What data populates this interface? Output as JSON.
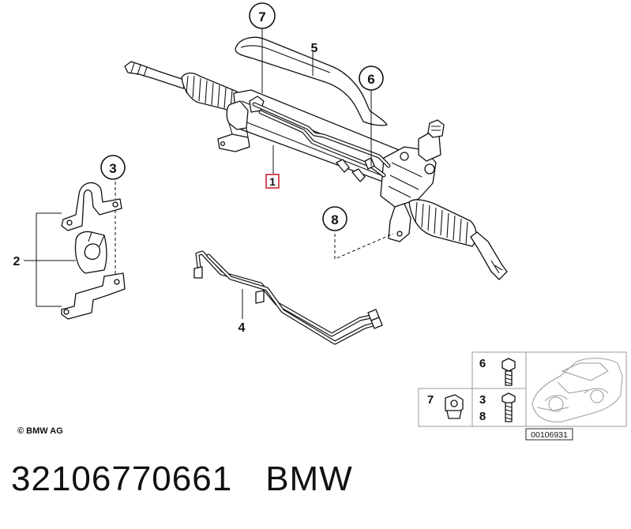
{
  "diagram": {
    "callouts": {
      "steering_rack": "1",
      "bracket_set": "2",
      "mount_clamp": "3",
      "pipe_line": "4",
      "heat_shield": "5",
      "bolt_upper": "6",
      "nut": "7",
      "fitting": "8"
    },
    "inset": {
      "bolt_6": "6",
      "nut_7": "7",
      "bolt_3": "3",
      "bolt_8": "8",
      "image_code": "00106931"
    },
    "highlight_color": "#cc2233"
  },
  "footer": {
    "copyright": "© BMW AG",
    "part_number": "32106770661",
    "brand": "BMW"
  }
}
